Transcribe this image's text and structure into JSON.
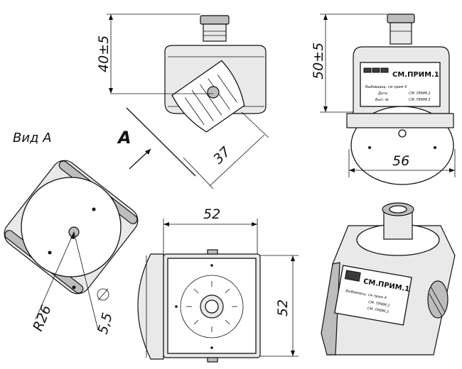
{
  "dimensions": {
    "top_height": "40±5",
    "side_height": "50±5",
    "rotated_width": "37",
    "base_width_front": "56",
    "width_top": "52",
    "height_right": "52",
    "radius": "R26",
    "hole": "5,5"
  },
  "labels": {
    "view_arrow": "A",
    "view_title": "Вид А"
  },
  "nameplate": {
    "title": "СМ.ПРИМ.1",
    "line1": "Выбивающ. см прим 4",
    "line2a": "Дата",
    "line2b": "СМ. ПРИМ.2",
    "line3a": "Вып. №",
    "line3b": "СМ. ПРИМ.3"
  },
  "colors": {
    "ink": "#111111",
    "metal": "#e9e9e9",
    "shade": "#bdbdbd"
  }
}
